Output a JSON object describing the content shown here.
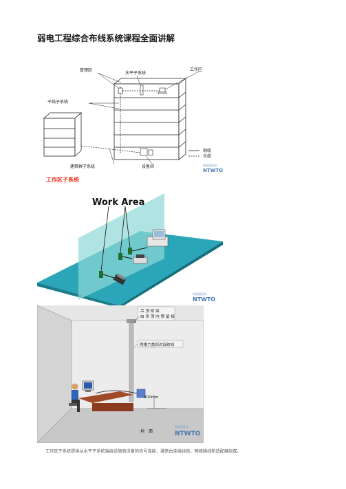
{
  "page_title": "弱电工程综合布线系统课程全面讲解",
  "figure1": {
    "labels": {
      "management_area": "管理区",
      "horizontal_subsystem": "水平子系统",
      "work_area": "工作区",
      "backbone_subsystem": "干线子系统",
      "copper_cable": "铜缆",
      "fiber_optic": "光缆",
      "building_complex_subsystem": "建筑群子系统",
      "equipment_room": "设备间"
    },
    "watermark_cn": "网络国际网",
    "watermark_en": "NTWTO"
  },
  "section_heading": "工作区子系统",
  "figure2": {
    "label": "Work Area",
    "watermark_cn": "网络国际网",
    "watermark_en": "NTWTO"
  },
  "figure3": {
    "labels": {
      "ceiling_top": "吊 顶 桥 架",
      "ceiling_bottom": "由 吊 顶 内 预 留 接",
      "cable": "两根六类四对双绞线",
      "height": "300mm",
      "floor": "地　面"
    },
    "watermark_cn": "网络国际网",
    "watermark_en": "NTWTO"
  },
  "caption": "工作区子系统提供从水平子系统端接设施到设备的信号连接，通常由连接线缆、网络跳线和适配器组成。"
}
